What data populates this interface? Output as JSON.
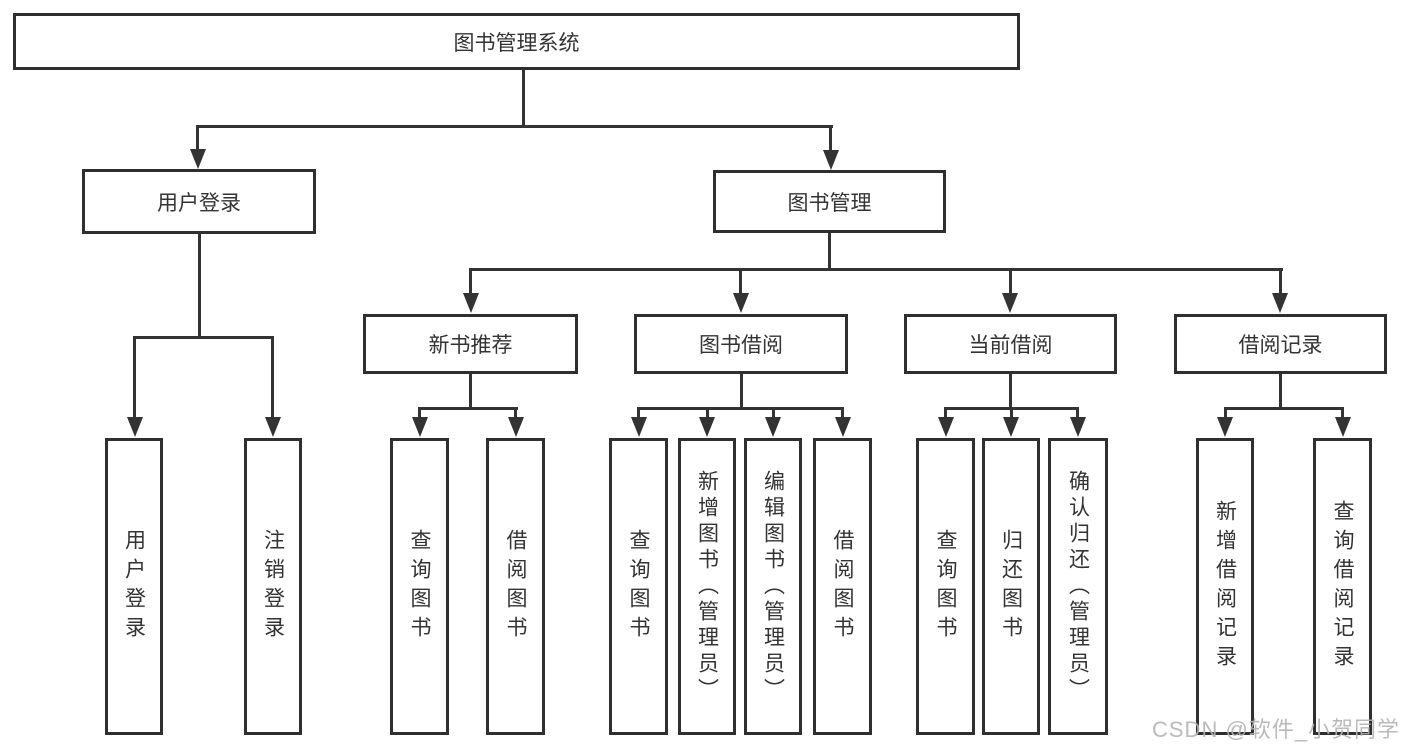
{
  "title": "图书管理系统",
  "watermark": "CSDN @软件_小贺同学",
  "colors": {
    "background": "#ffffff",
    "box_border": "#2f2f2f",
    "line": "#333333",
    "text": "#333333",
    "watermark": "#b3b3b3"
  },
  "nodes": [
    {
      "id": "root",
      "label": "图书管理系统",
      "level": 1
    },
    {
      "id": "user-login",
      "label": "用户登录",
      "level": 2
    },
    {
      "id": "book-management",
      "label": "图书管理",
      "level": 2
    },
    {
      "id": "new-book-recommend",
      "label": "新书推荐",
      "level": 3
    },
    {
      "id": "book-borrowing",
      "label": "图书借阅",
      "level": 3
    },
    {
      "id": "current-borrowing",
      "label": "当前借阅",
      "level": 3
    },
    {
      "id": "borrowing-records",
      "label": "借阅记录",
      "level": 3
    },
    {
      "id": "login",
      "label": "用户登录",
      "level": 4
    },
    {
      "id": "logout",
      "label": "注销登录",
      "level": 4
    },
    {
      "id": "query-books-1",
      "label": "查询图书",
      "level": 4
    },
    {
      "id": "borrow-book-1",
      "label": "借阅图书",
      "level": 4
    },
    {
      "id": "query-books-2",
      "label": "查询图书",
      "level": 4
    },
    {
      "id": "add-book-admin",
      "label": "新增图书（管理员）",
      "level": 4
    },
    {
      "id": "edit-book-admin",
      "label": "编辑图书（管理员）",
      "level": 4
    },
    {
      "id": "borrow-book-2",
      "label": "借阅图书",
      "level": 4
    },
    {
      "id": "query-books-3",
      "label": "查询图书",
      "level": 4
    },
    {
      "id": "return-book",
      "label": "归还图书",
      "level": 4
    },
    {
      "id": "confirm-return-admin",
      "label": "确认归还（管理员）",
      "level": 4
    },
    {
      "id": "add-borrow-record",
      "label": "新增借阅记录",
      "level": 4
    },
    {
      "id": "query-borrow-record",
      "label": "查询借阅记录",
      "level": 4
    }
  ],
  "edges": [
    {
      "parent": "root",
      "children": [
        "user-login",
        "book-management"
      ]
    },
    {
      "parent": "user-login",
      "children": [
        "login",
        "logout"
      ]
    },
    {
      "parent": "book-management",
      "children": [
        "new-book-recommend",
        "book-borrowing",
        "current-borrowing",
        "borrowing-records"
      ]
    },
    {
      "parent": "new-book-recommend",
      "children": [
        "query-books-1",
        "borrow-book-1"
      ]
    },
    {
      "parent": "book-borrowing",
      "children": [
        "query-books-2",
        "add-book-admin",
        "edit-book-admin",
        "borrow-book-2"
      ]
    },
    {
      "parent": "current-borrowing",
      "children": [
        "query-books-3",
        "return-book",
        "confirm-return-admin"
      ]
    },
    {
      "parent": "borrowing-records",
      "children": [
        "add-borrow-record",
        "query-borrow-record"
      ]
    }
  ]
}
